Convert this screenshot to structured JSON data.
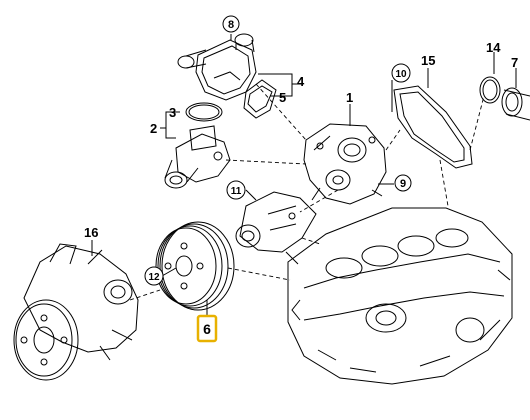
{
  "diagram": {
    "callouts": [
      {
        "id": "c8",
        "text": "8",
        "shape": "circle"
      },
      {
        "id": "c4",
        "text": "4",
        "shape": "plain"
      },
      {
        "id": "c5",
        "text": "5",
        "shape": "plain"
      },
      {
        "id": "c3",
        "text": "3",
        "shape": "plain"
      },
      {
        "id": "c2",
        "text": "2",
        "shape": "plain"
      },
      {
        "id": "c1",
        "text": "1",
        "shape": "plain"
      },
      {
        "id": "c10",
        "text": "10",
        "shape": "circle"
      },
      {
        "id": "c15",
        "text": "15",
        "shape": "plain"
      },
      {
        "id": "c14",
        "text": "14",
        "shape": "plain"
      },
      {
        "id": "c7",
        "text": "7",
        "shape": "plain"
      },
      {
        "id": "c9",
        "text": "9",
        "shape": "circle"
      },
      {
        "id": "c11",
        "text": "11",
        "shape": "circle"
      },
      {
        "id": "c16",
        "text": "16",
        "shape": "plain"
      },
      {
        "id": "c12",
        "text": "12",
        "shape": "circle"
      },
      {
        "id": "c6",
        "text": "6",
        "shape": "highlight"
      }
    ],
    "highlight_color": "#e8b100",
    "line_color": "#000000"
  }
}
